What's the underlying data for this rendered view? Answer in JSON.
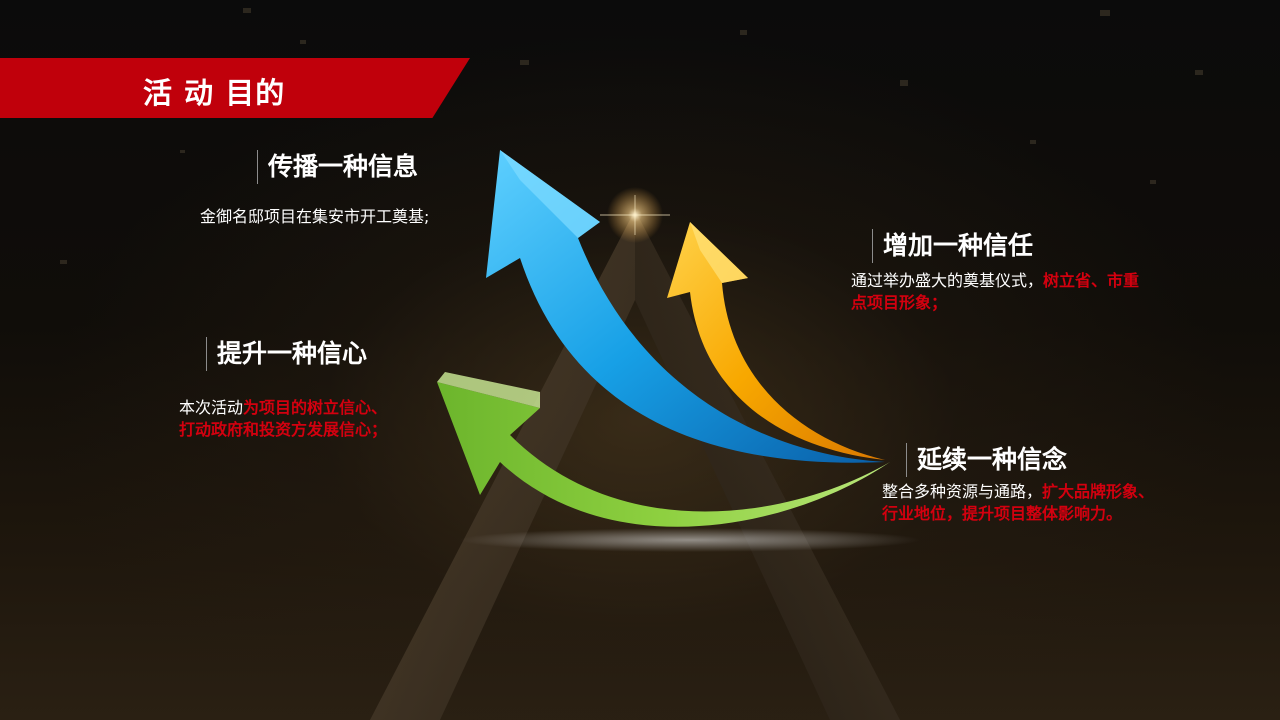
{
  "slide": {
    "title": "活 动 目的"
  },
  "blocks": {
    "spread": {
      "title": "传播一种信息",
      "desc": "金御名邸项目在集安市开工奠基;"
    },
    "trust": {
      "title": "增加一种信任",
      "desc_plain": "通过举办盛大的奠基仪式，",
      "desc_hl_1": "树立省、市重",
      "desc_hl_2": "点项目形象；"
    },
    "confidence": {
      "title": "提升一种信心",
      "desc_plain": "本次活动",
      "desc_hl_1": "为项目的树立信心、",
      "desc_hl_2": "打动政府和投资方发展信心；"
    },
    "continue": {
      "title": "延续一种信念",
      "desc_plain": "整合多种资源与通路，",
      "desc_hl_1": "扩大品牌形象、",
      "desc_hl_2": "行业地位，提升项目整体影响力。"
    }
  },
  "colors": {
    "banner": "#c0000b",
    "highlight": "#d3000f",
    "arrow_blue": "#1aa3e8",
    "arrow_orange": "#f7a400",
    "arrow_green": "#7dc23a"
  },
  "icons": [
    "arrow-blue-icon",
    "arrow-orange-icon",
    "arrow-green-icon"
  ]
}
